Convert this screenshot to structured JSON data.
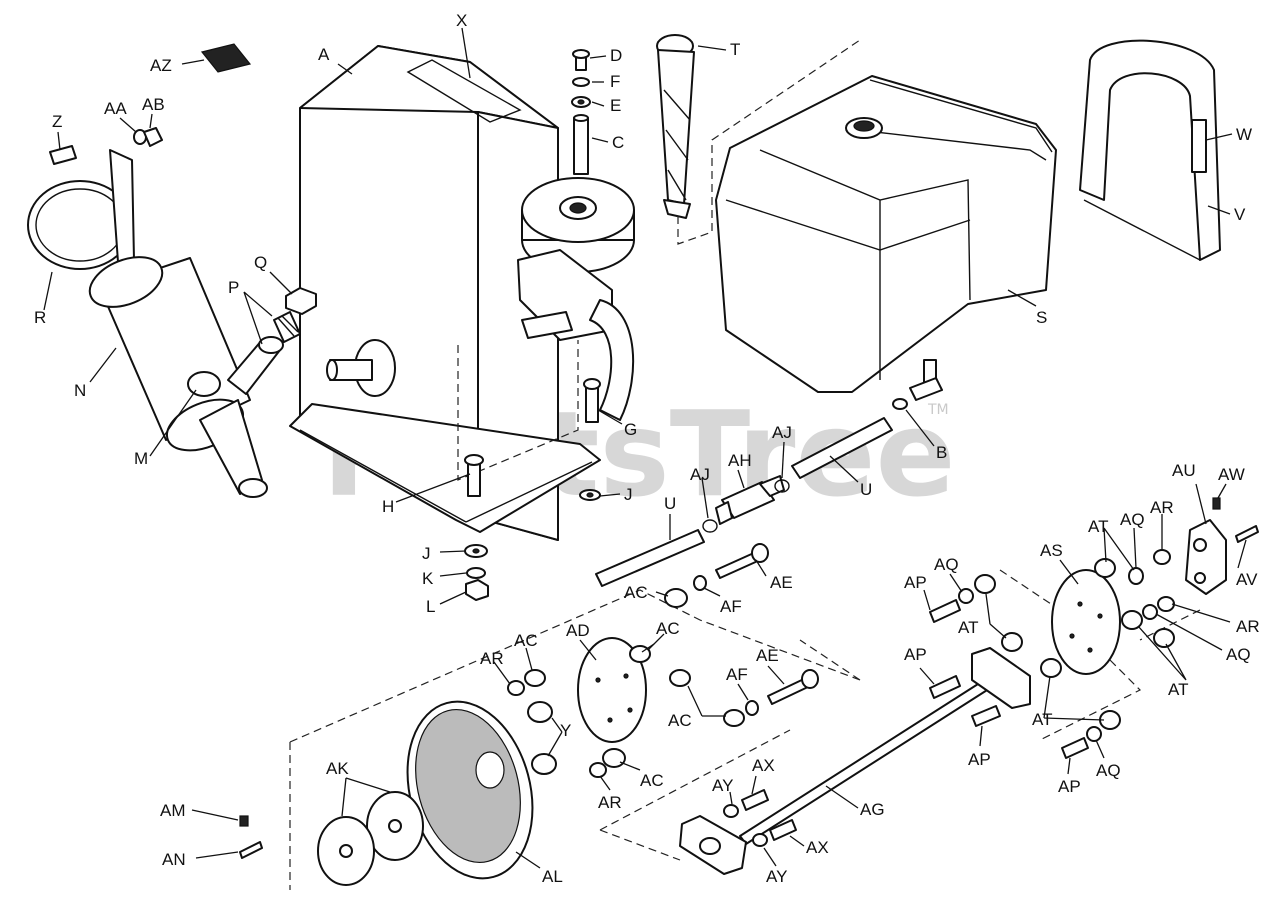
{
  "watermark": {
    "brand": "PartsTree",
    "mark": "TM"
  },
  "callouts": [
    "A",
    "X",
    "AZ",
    "D",
    "F",
    "E",
    "C",
    "T",
    "W",
    "V",
    "Z",
    "AA",
    "AB",
    "R",
    "Q",
    "P",
    "N",
    "M",
    "S",
    "G",
    "H",
    "J",
    "K",
    "L",
    "B",
    "AJ",
    "AH",
    "U",
    "AU",
    "AW",
    "AT",
    "AQ",
    "AR",
    "AS",
    "AV",
    "AE",
    "AC",
    "AF",
    "AP",
    "AD",
    "Y",
    "AL",
    "AK",
    "AG",
    "AM",
    "AN",
    "AX",
    "AY"
  ],
  "labels": [
    {
      "id": "l1",
      "text": "A"
    },
    {
      "id": "l2",
      "text": "X"
    },
    {
      "id": "l3",
      "text": "AZ"
    },
    {
      "id": "l4",
      "text": "D"
    },
    {
      "id": "l5",
      "text": "F"
    },
    {
      "id": "l6",
      "text": "E"
    },
    {
      "id": "l7",
      "text": "C"
    },
    {
      "id": "l8",
      "text": "T"
    },
    {
      "id": "l9",
      "text": "W"
    },
    {
      "id": "l10",
      "text": "V"
    },
    {
      "id": "l11",
      "text": "Z"
    },
    {
      "id": "l12",
      "text": "AA"
    },
    {
      "id": "l13",
      "text": "AB"
    },
    {
      "id": "l14",
      "text": "R"
    },
    {
      "id": "l15",
      "text": "Q"
    },
    {
      "id": "l16",
      "text": "P"
    },
    {
      "id": "l17",
      "text": "N"
    },
    {
      "id": "l18",
      "text": "M"
    },
    {
      "id": "l19",
      "text": "S"
    },
    {
      "id": "l20",
      "text": "G"
    },
    {
      "id": "l21",
      "text": "H"
    },
    {
      "id": "l22",
      "text": "J"
    },
    {
      "id": "l23",
      "text": "J"
    },
    {
      "id": "l24",
      "text": "K"
    },
    {
      "id": "l25",
      "text": "L"
    },
    {
      "id": "l26",
      "text": "B"
    },
    {
      "id": "l27",
      "text": "AJ"
    },
    {
      "id": "l28",
      "text": "AH"
    },
    {
      "id": "l29",
      "text": "AJ"
    },
    {
      "id": "l30",
      "text": "U"
    },
    {
      "id": "l31",
      "text": "U"
    },
    {
      "id": "l32",
      "text": "AU"
    },
    {
      "id": "l33",
      "text": "AW"
    },
    {
      "id": "l34",
      "text": "AT"
    },
    {
      "id": "l35",
      "text": "AQ"
    },
    {
      "id": "l36",
      "text": "AR"
    },
    {
      "id": "l37",
      "text": "AS"
    },
    {
      "id": "l38",
      "text": "AV"
    },
    {
      "id": "l39",
      "text": "AE"
    },
    {
      "id": "l40",
      "text": "AC"
    },
    {
      "id": "l41",
      "text": "AF"
    },
    {
      "id": "l42",
      "text": "AP"
    },
    {
      "id": "l43",
      "text": "AQ"
    },
    {
      "id": "l44",
      "text": "AT"
    },
    {
      "id": "l45",
      "text": "AR"
    },
    {
      "id": "l46",
      "text": "AQ"
    },
    {
      "id": "l47",
      "text": "AT"
    },
    {
      "id": "l48",
      "text": "AD"
    },
    {
      "id": "l49",
      "text": "AC"
    },
    {
      "id": "l50",
      "text": "AC"
    },
    {
      "id": "l51",
      "text": "AR"
    },
    {
      "id": "l52",
      "text": "AE"
    },
    {
      "id": "l53",
      "text": "AF"
    },
    {
      "id": "l54",
      "text": "AC"
    },
    {
      "id": "l55",
      "text": "Y"
    },
    {
      "id": "l56",
      "text": "AP"
    },
    {
      "id": "l57",
      "text": "AT"
    },
    {
      "id": "l58",
      "text": "AP"
    },
    {
      "id": "l59",
      "text": "AQ"
    },
    {
      "id": "l60",
      "text": "AP"
    },
    {
      "id": "l61",
      "text": "AK"
    },
    {
      "id": "l62",
      "text": "AC"
    },
    {
      "id": "l63",
      "text": "AR"
    },
    {
      "id": "l64",
      "text": "AX"
    },
    {
      "id": "l65",
      "text": "AY"
    },
    {
      "id": "l66",
      "text": "AG"
    },
    {
      "id": "l67",
      "text": "AM"
    },
    {
      "id": "l68",
      "text": "AN"
    },
    {
      "id": "l69",
      "text": "AL"
    },
    {
      "id": "l70",
      "text": "AX"
    },
    {
      "id": "l71",
      "text": "AY"
    }
  ]
}
